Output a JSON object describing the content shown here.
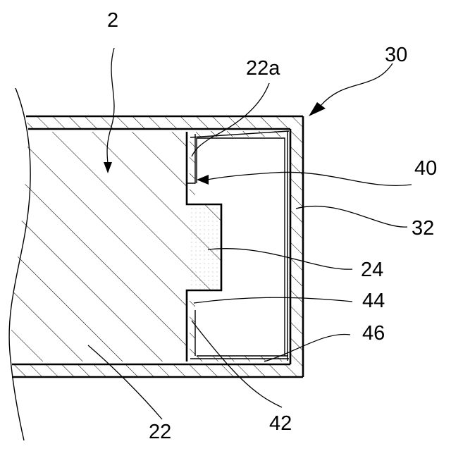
{
  "labels": {
    "part_2": "2",
    "part_22a": "22a",
    "part_30": "30",
    "part_40": "40",
    "part_32": "32",
    "part_24": "24",
    "part_44": "44",
    "part_46": "46",
    "part_22": "22",
    "part_42": "42"
  },
  "colors": {
    "line": "#000000",
    "background": "#ffffff",
    "hatch": "#000000"
  }
}
